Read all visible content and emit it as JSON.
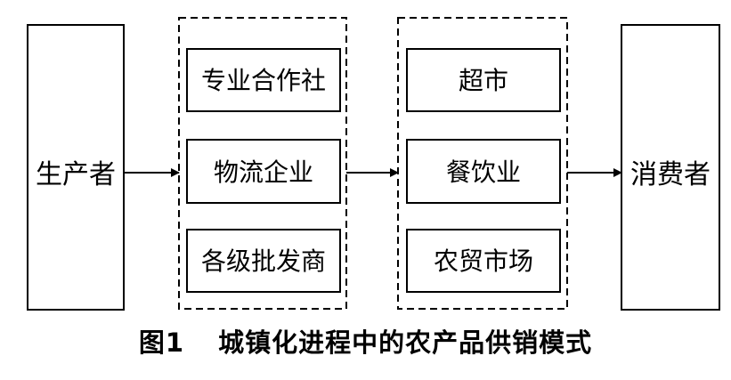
{
  "producer": "生产者",
  "consumer": "消费者",
  "left_group": {
    "items": [
      "专业合作社",
      "物流企业",
      "各级批发商"
    ]
  },
  "right_group": {
    "items": [
      "超市",
      "餐饮业",
      "农贸市场"
    ]
  },
  "caption": {
    "number": "图1",
    "title": "城镇化进程中的农产品供销模式"
  },
  "colors": {
    "stroke": "#000000",
    "background": "#ffffff"
  }
}
